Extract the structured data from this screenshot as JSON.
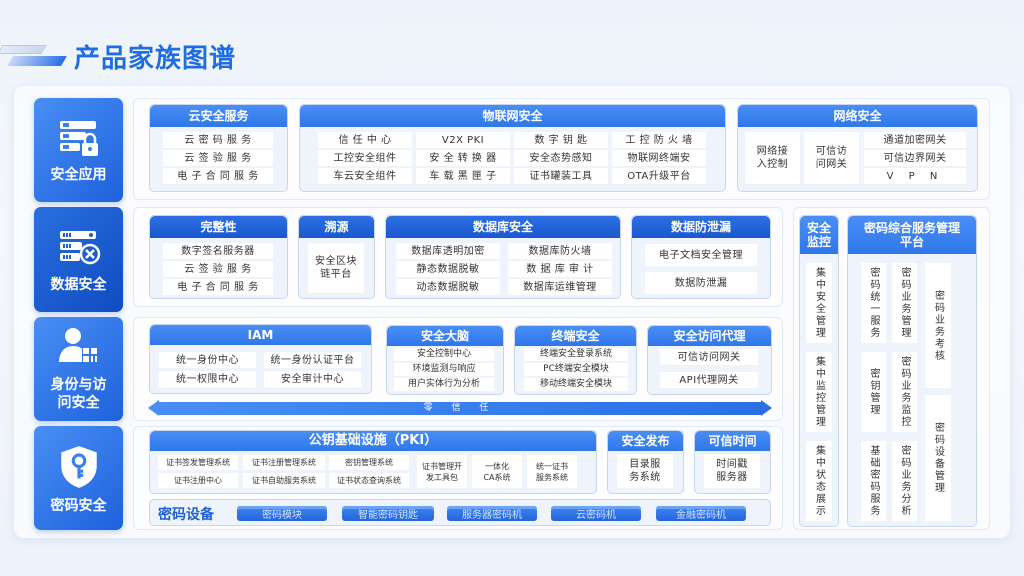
{
  "page": {
    "title": "产品家族图谱"
  },
  "categories": [
    {
      "label": "安全应用",
      "icon": "server-lock-icon"
    },
    {
      "label": "数据安全",
      "icon": "database-block-icon"
    },
    {
      "label": "身份与访问安全",
      "icon": "user-grid-icon"
    },
    {
      "label": "密码安全",
      "icon": "shield-key-icon"
    }
  ],
  "security_apps": {
    "cloud": {
      "title": "云安全服务",
      "items": [
        "云 密 码 服 务",
        "云 签 验 服 务",
        "电 子 合 同 服 务"
      ]
    },
    "iot": {
      "title": "物联网安全",
      "items": [
        "信 任 中 心",
        "V2X  PKI",
        "数 字 钥 匙",
        "工 控 防 火 墙",
        "工控安全组件",
        "安 全 转 换 器",
        "安全态势感知",
        "物联网终端安",
        "车云安全组件",
        "车 载 黑 匣 子",
        "证书罐装工具",
        "OTA升级平台"
      ]
    },
    "network": {
      "title": "网络安全",
      "items": [
        "网络接入控制",
        "可信访问网关",
        "通道加密网关",
        "可信边界网关",
        "V P N"
      ]
    }
  },
  "data_security": {
    "integrity": {
      "title": "完整性",
      "items": [
        "数字签名服务器",
        "云 签 验 服 务",
        "电 子 合 同 服 务"
      ]
    },
    "trace": {
      "title": "溯源",
      "items": [
        "安全区块链平台"
      ]
    },
    "database": {
      "title": "数据库安全",
      "items": [
        "数据库透明加密",
        "数据库防火墙",
        "静态数据脱敏",
        "数 据 库 审 计",
        "动态数据脱敏",
        "数据库运维管理"
      ]
    },
    "dlp": {
      "title": "数据防泄漏",
      "items": [
        "电子文档安全管理",
        "数据防泄漏"
      ]
    }
  },
  "identity": {
    "iam": {
      "title": "IAM",
      "items": [
        "统一身份中心",
        "统一身份认证平台",
        "统一权限中心",
        "安全审计中心"
      ]
    },
    "brain": {
      "title": "安全大脑",
      "items": [
        "安全控制中心",
        "环境监测与响应",
        "用户实体行为分析"
      ]
    },
    "endpoint": {
      "title": "终端安全",
      "items": [
        "终端安全登录系统",
        "PC终端安全模块",
        "移动终端安全模块"
      ]
    },
    "proxy": {
      "title": "安全访问代理",
      "items": [
        "可信访问网关",
        "API代理网关"
      ]
    },
    "zero_trust": "零 信 任"
  },
  "crypto": {
    "pki": {
      "title": "公钥基础设施（PKI）",
      "items": [
        "证书签发管理系统",
        "证书注册管理系统",
        "密钥管理系统",
        "证书注册中心",
        "证书自助服务系统",
        "证书状态查询系统",
        "证书管理开发工具包",
        "一体化CA系统",
        "统一证书服务系统"
      ]
    },
    "publish": {
      "title": "安全发布",
      "items": [
        "目录服务系统"
      ]
    },
    "time": {
      "title": "可信时间",
      "items": [
        "时间戳服务器"
      ]
    },
    "devices": {
      "title": "密码设备",
      "items": [
        "密码模块",
        "智能密码钥匙",
        "服务器密码机",
        "云密码机",
        "金融密码机"
      ]
    }
  },
  "monitor": {
    "title": "安全监控",
    "items": [
      "集中安全管理",
      "集中监控管理",
      "集中状态展示"
    ]
  },
  "platform": {
    "title": "密码综合服务管理平台",
    "items": [
      "密码统一服务",
      "密码业务管理",
      "密码业务考核",
      "密钥管理",
      "密码业务监控",
      "密码设备管理",
      "基础密码服务",
      "密码业务分析"
    ]
  }
}
